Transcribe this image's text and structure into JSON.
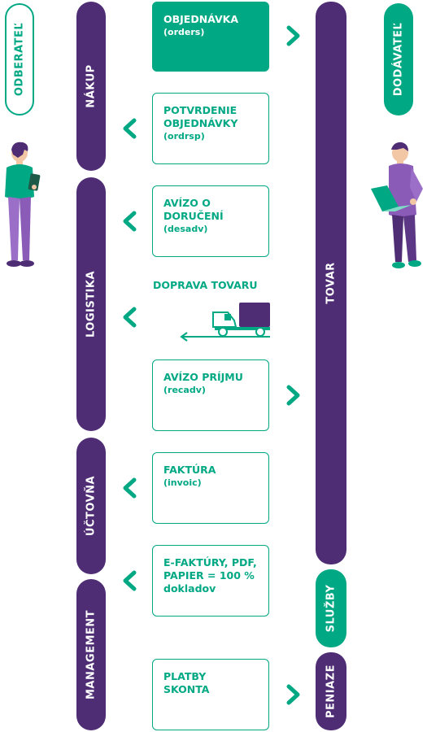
{
  "roles": {
    "buyer": "ODBERATEĽ",
    "supplier": "DODÁVATEĽ"
  },
  "columns": {
    "purchase": "NÁKUP",
    "logistics": "LOGISTIKA",
    "accounting": "ÚČTOVŇA",
    "management": "MANAGEMENT",
    "goods": "TOVAR",
    "services": "SLUŽBY",
    "money": "PENIAZE"
  },
  "messages": [
    {
      "title": "OBJEDNÁVKA",
      "code": "(orders)",
      "direction": "right"
    },
    {
      "title": "POTVRDENIE OBJEDNÁVKY",
      "code": "(ordrsp)",
      "direction": "left"
    },
    {
      "title": "AVÍZO O DORUČENÍ",
      "code": "(desadv)",
      "direction": "left"
    },
    {
      "title": "AVÍZO PRÍJMU",
      "code": "(recadv)",
      "direction": "right"
    },
    {
      "title": "FAKTÚRA",
      "code": "(invoic)",
      "direction": "left"
    },
    {
      "title": "E-FAKTÚRY, PDF, PAPIER = 100 % dokladov",
      "code": "",
      "direction": "left"
    },
    {
      "title": "PLATBY SKONTA",
      "code": "",
      "direction": "right"
    }
  ],
  "transport": {
    "label": "DOPRAVA TOVARU",
    "direction": "left",
    "icon": "truck-icon"
  },
  "colors": {
    "purple": "#4e2d74",
    "green": "#00a884"
  }
}
